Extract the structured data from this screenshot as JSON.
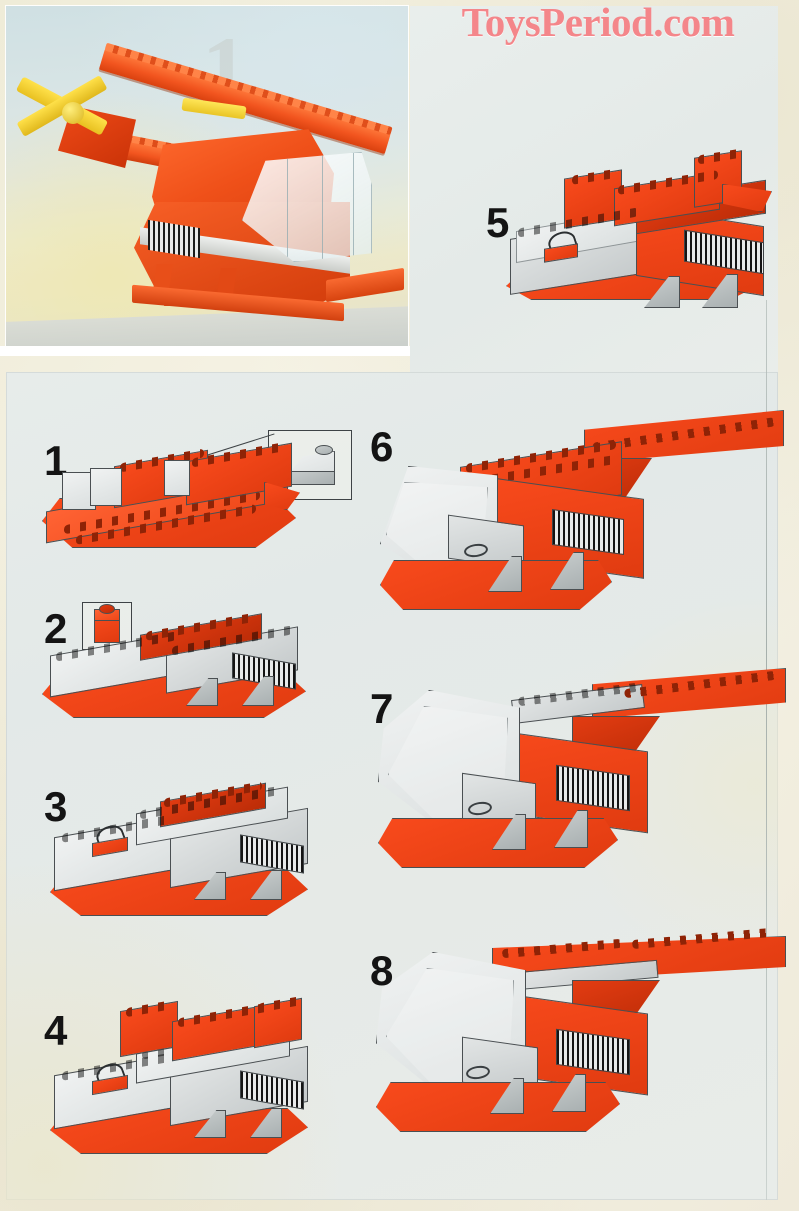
{
  "page": {
    "background_color": "#f4f1e2",
    "panel_color": "#e6eae8",
    "document_type": "lego-building-instructions"
  },
  "watermark": {
    "text": "ToysPeriod.com",
    "color": "#f4868a"
  },
  "photo": {
    "caption": "",
    "subject": "completed red LEGO helicopter model",
    "colors": {
      "body": "#ef5019",
      "rotor": "#ffe14a",
      "canopy": "#e8f1f2",
      "background": "#d7e4e5"
    }
  },
  "model": {
    "colors": {
      "red": "#e8391a",
      "red_dark": "#bb2c07",
      "gray": "#d0d4d5",
      "gray_dark": "#a9b0b1",
      "outline": "#3e4346",
      "vent": "#141414"
    }
  },
  "steps": [
    {
      "number": "1",
      "column": "left",
      "description": "red base plate with red bricks and white slope pieces",
      "callout": {
        "piece": "gray-slope-brick",
        "has_leader_line": true
      }
    },
    {
      "number": "2",
      "column": "left",
      "description": "gray plates added over the base",
      "callout": {
        "piece": "red-1x1-brick",
        "has_leader_line": true
      }
    },
    {
      "number": "3",
      "column": "left",
      "description": "gray top plates with red studs and side vent",
      "callout": null
    },
    {
      "number": "4",
      "column": "left",
      "description": "red bricks added to the rear of the body",
      "callout": null
    },
    {
      "number": "5",
      "column": "right",
      "description": "red upper body blocks and tail base",
      "callout": null
    },
    {
      "number": "6",
      "column": "right",
      "description": "tail boom attached and canopy started",
      "callout": null
    },
    {
      "number": "7",
      "column": "right",
      "description": "canopy complete, gray plates on tail boom",
      "callout": null
    },
    {
      "number": "8",
      "column": "right",
      "description": "final body with full gray canopy and tail",
      "callout": null
    }
  ]
}
